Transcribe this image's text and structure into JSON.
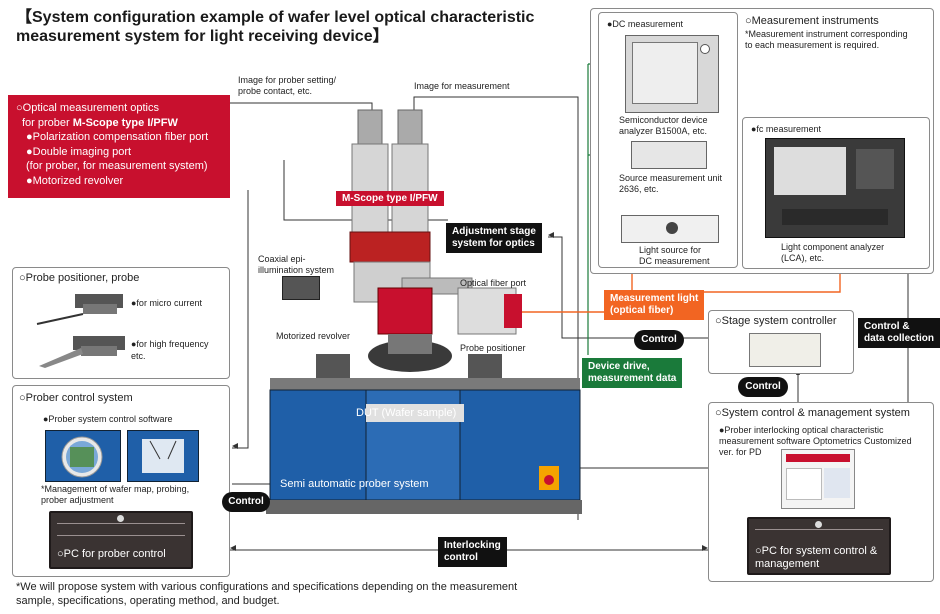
{
  "title_line1": "【System configuration example of wafer level optical characteristic",
  "title_line2": "measurement system for light receiving device】",
  "optics": {
    "line1": "○Optical measurement optics",
    "line2a": "for prober ",
    "line2b": "M-Scope type I/PFW",
    "bullets": [
      "●Polarization compensation fiber port",
      "●Double imaging port",
      "(for prober, for measurement system)",
      "●Motorized revolver"
    ]
  },
  "probe_panel": {
    "title": "○Probe positioner, probe",
    "micro": "●for micro current",
    "hf1": "●for high frequency",
    "hf2": "etc."
  },
  "prober_panel": {
    "title": "○Prober control system",
    "software": "●Prober system control software",
    "mgmt1": "*Management of wafer map, probing,",
    "mgmt2": "prober adjustment",
    "pc": "○PC for prober control"
  },
  "center": {
    "img_prober1": "Image for prober setting/",
    "img_prober2": "probe contact, etc.",
    "img_measure": "Image for measurement",
    "mscope_tag": "M-Scope type I/PFW",
    "adj1": "Adjustment stage",
    "adj2": "system for optics",
    "coax1": "Coaxial epi-",
    "coax2": "illumination system",
    "fiber_port": "Optical fiber port",
    "revolver": "Motorized revolver",
    "positioner": "Probe positioner",
    "dut": "DUT (Wafer sample)",
    "prober": "Semi automatic prober system"
  },
  "instruments": {
    "title": "○Measurement instruments",
    "desc1": "*Measurement instrument corresponding",
    "desc2": "to each measurement is required.",
    "dc_title": "●DC measurement",
    "b1500a_1": "Semiconductor device",
    "b1500a_2": "analyzer B1500A, etc.",
    "smu1": "Source measurement unit",
    "smu2": "2636, etc.",
    "ls1": "Light source for",
    "ls2": "DC measurement",
    "fc_title": "●fc measurement",
    "lca1": "Light component analyzer",
    "lca2": "(LCA), etc."
  },
  "tags": {
    "meas_light1": "Measurement light",
    "meas_light2": "(optical fiber)",
    "device1": "Device drive,",
    "device2": "measurement data",
    "control_data1": "Control &",
    "control_data2": "data collection",
    "interlock1": "Interlocking",
    "interlock2": "control",
    "control": "Control"
  },
  "stage_panel": {
    "title": "○Stage system controller"
  },
  "sys_panel": {
    "title": "○System control & management system",
    "l1": "●Prober interlocking optical characteristic",
    "l2": "measurement software Optometrics Customized",
    "l3": "ver. for PD",
    "pc1": "○PC for system control &",
    "pc2": "management"
  },
  "note1": "*We will propose system with various configurations and specifications depending on the measurement",
  "note2": "sample, specifications, operating method, and budget.",
  "colors": {
    "red": "#c8102e",
    "green": "#1a7a3a",
    "orange": "#f26522",
    "blue": "#1f5fa8"
  }
}
